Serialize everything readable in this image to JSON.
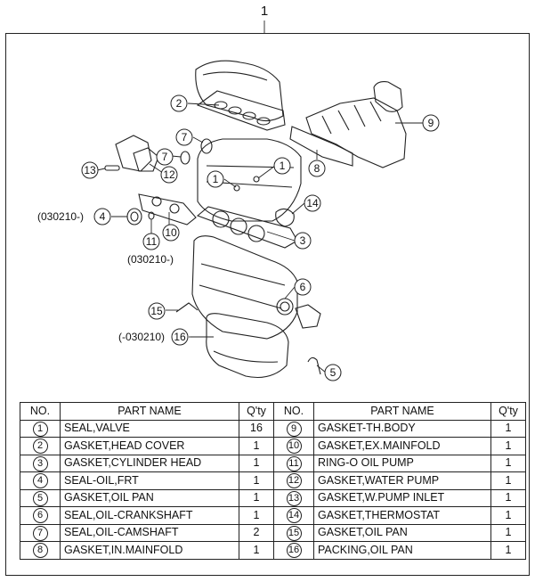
{
  "assembly_number": "1",
  "callouts": {
    "c1a": "1",
    "c1b": "1",
    "c2": "2",
    "c3": "3",
    "c4": "4",
    "c5": "5",
    "c6": "6",
    "c7a": "7",
    "c7b": "7",
    "c8": "8",
    "c9": "9",
    "c10": "10",
    "c11": "11",
    "c12": "12",
    "c13": "13",
    "c14": "14",
    "c15": "15",
    "c16": "16"
  },
  "notes": {
    "n4": "(030210-)",
    "n11": "(030210-)",
    "n16": "(-030210)"
  },
  "table": {
    "headers": [
      "NO.",
      "PART NAME",
      "Q'ty",
      "NO.",
      "PART NAME",
      "Q'ty"
    ],
    "rows": [
      {
        "no1": "1",
        "name1": "SEAL,VALVE",
        "qty1": "16",
        "no2": "9",
        "name2": "GASKET-TH.BODY",
        "qty2": "1"
      },
      {
        "no1": "2",
        "name1": "GASKET,HEAD COVER",
        "qty1": "1",
        "no2": "10",
        "name2": "GASKET,EX.MAINFOLD",
        "qty2": "1"
      },
      {
        "no1": "3",
        "name1": "GASKET,CYLINDER HEAD",
        "qty1": "1",
        "no2": "11",
        "name2": "RING-O OIL PUMP",
        "qty2": "1"
      },
      {
        "no1": "4",
        "name1": "SEAL-OIL,FRT",
        "qty1": "1",
        "no2": "12",
        "name2": "GASKET,WATER PUMP",
        "qty2": "1"
      },
      {
        "no1": "5",
        "name1": "GASKET,OIL PAN",
        "qty1": "1",
        "no2": "13",
        "name2": "GASKET,W.PUMP INLET",
        "qty2": "1"
      },
      {
        "no1": "6",
        "name1": "SEAL,OIL-CRANKSHAFT",
        "qty1": "1",
        "no2": "14",
        "name2": "GASKET,THERMOSTAT",
        "qty2": "1"
      },
      {
        "no1": "7",
        "name1": "SEAL,OIL-CAMSHAFT",
        "qty1": "2",
        "no2": "15",
        "name2": "GASKET,OIL PAN",
        "qty2": "1"
      },
      {
        "no1": "8",
        "name1": "GASKET,IN.MAINFOLD",
        "qty1": "1",
        "no2": "16",
        "name2": "PACKING,OIL PAN",
        "qty2": "1"
      }
    ]
  }
}
